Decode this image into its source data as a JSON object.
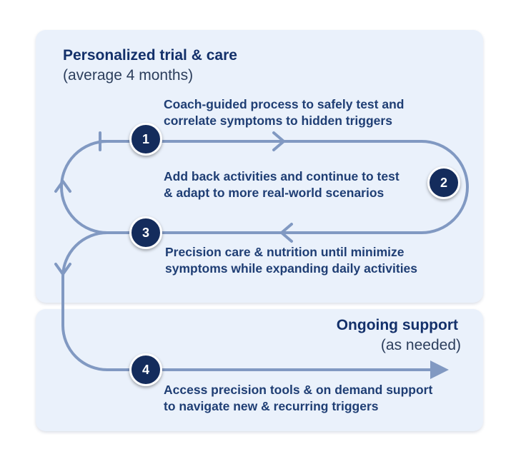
{
  "phases": {
    "trial": {
      "title": "Personalized trial & care",
      "subtitle": "(average 4 months)"
    },
    "ongoing": {
      "title": "Ongoing support",
      "subtitle": "(as needed)"
    }
  },
  "steps": [
    {
      "number": "1",
      "line1": "Coach-guided process to safely test and",
      "line2": "correlate symptoms to hidden triggers"
    },
    {
      "number": "2",
      "line1": "Add back activities and continue to test",
      "line2": "& adapt to more real-world scenarios"
    },
    {
      "number": "3",
      "line1": "Precision care & nutrition until minimize",
      "line2": "symptoms while expanding daily activities"
    },
    {
      "number": "4",
      "line1": "Access precision tools & on demand support",
      "line2": "to navigate new & recurring triggers"
    }
  ],
  "colors": {
    "panel": "#eaf1fb",
    "path": "#8199c2",
    "badge": "#142c5c",
    "title": "#13306a",
    "text": "#1f3e74"
  }
}
